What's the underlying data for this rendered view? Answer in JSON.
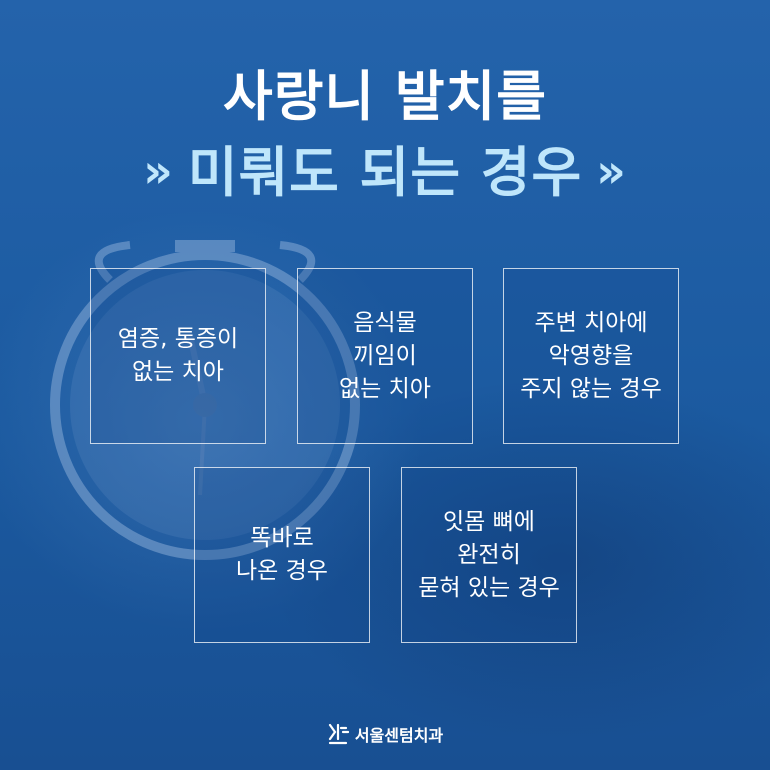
{
  "title": {
    "line1": "사랑니 발치를",
    "line2": "미뤄도 되는 경우",
    "arrow": "»"
  },
  "cases": [
    "염증, 통증이\n없는 치아",
    "음식물\n끼임이\n없는 치아",
    "주변 치아에\n악영향을\n주지 않는 경우",
    "똑바로\n나온 경우",
    "잇몸 뼈에\n완전히\n묻혀 있는 경우"
  ],
  "logo": {
    "name": "서울센텀치과",
    "icon": "tooth-logo-icon"
  },
  "colors": {
    "background": "#1d5fa6",
    "title_accent": "#bfe6fb",
    "text": "#ffffff"
  }
}
